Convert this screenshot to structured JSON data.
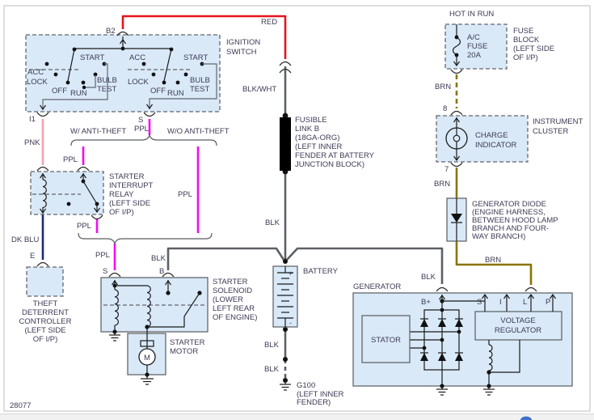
{
  "page": {
    "diagram_number": "28077"
  },
  "colors": {
    "box_fill": "#d9e9f8",
    "border_gray": "#63666b",
    "text": "#3e3a55",
    "wire_red": "#e8131b",
    "wire_black": "#5c6066",
    "wire_pink": "#f2a2ae",
    "wire_purple": "#f40af4",
    "wire_dark_blue": "#1b2a75",
    "wire_brown": "#8a7400"
  },
  "wire_labels": {
    "red": "RED",
    "blk_wht": "BLK/WHT",
    "blk": "BLK",
    "pnk": "PNK",
    "ppl": "PPL",
    "dk_blu": "DK BLU",
    "brn": "BRN"
  },
  "ignition_switch": {
    "title": [
      "IGNITION",
      "SWITCH"
    ],
    "b2": "B2",
    "i1": "I1",
    "s": "S",
    "acc": "ACC",
    "lock": "LOCK",
    "off": "OFF",
    "run": "RUN",
    "start": "START",
    "bulb": "BULB",
    "test": "TEST"
  },
  "branches": {
    "with_anti_theft": "W/ ANTI-THEFT",
    "without_anti_theft": "W/O ANTI-THEFT"
  },
  "starter_interrupt_relay": {
    "label": [
      "STARTER",
      "INTERRUPT",
      "RELAY",
      "(LEFT SIDE",
      "OF I/P)"
    ]
  },
  "theft_deterrent": {
    "e": "E",
    "label": [
      "THEFT",
      "DETERRENT",
      "CONTROLLER",
      "(LEFT SIDE",
      "OF I/P)"
    ]
  },
  "fusible_link": {
    "label": [
      "FUSIBLE",
      "LINK B",
      "(18GA-ORG)",
      "(LEFT INNER",
      "FENDER AT BATTERY",
      "JUNCTION BLOCK)"
    ]
  },
  "battery": {
    "label": "BATTERY",
    "plus": "+",
    "minus": "-"
  },
  "g100": {
    "label": [
      "G100",
      "(LEFT INNER",
      "FENDER)"
    ]
  },
  "starter_solenoid": {
    "s": "S",
    "b": "B",
    "label": [
      "STARTER",
      "SOLENOID",
      "(LOWER",
      "LEFT REAR",
      "OF ENGINE)"
    ]
  },
  "starter_motor": {
    "m": "M",
    "label": [
      "STARTER",
      "MOTOR"
    ]
  },
  "generator": {
    "title": "GENERATOR",
    "b_plus": "B+",
    "s": "S",
    "i": "I",
    "l": "L",
    "p": "P",
    "stator": "STATOR",
    "regulator": [
      "VOLTAGE",
      "REGULATOR"
    ]
  },
  "fuse_block": {
    "hot": "HOT IN RUN",
    "fuse": [
      "A/C",
      "FUSE",
      "20A"
    ],
    "label": [
      "FUSE",
      "BLOCK",
      "(LEFT SIDE",
      "OF I/P)"
    ],
    "terminal_8": "8"
  },
  "instrument_cluster": {
    "label": [
      "INSTRUMENT",
      "CLUSTER"
    ],
    "charge": [
      "CHARGE",
      "INDICATOR"
    ],
    "terminal_7": "7"
  },
  "generator_diode": {
    "label": [
      "GENERATOR DIODE",
      "(ENGINE HARNESS,",
      "BETWEEN HOOD LAMP",
      "BRANCH AND FOUR-",
      "WAY BRANCH)"
    ]
  }
}
